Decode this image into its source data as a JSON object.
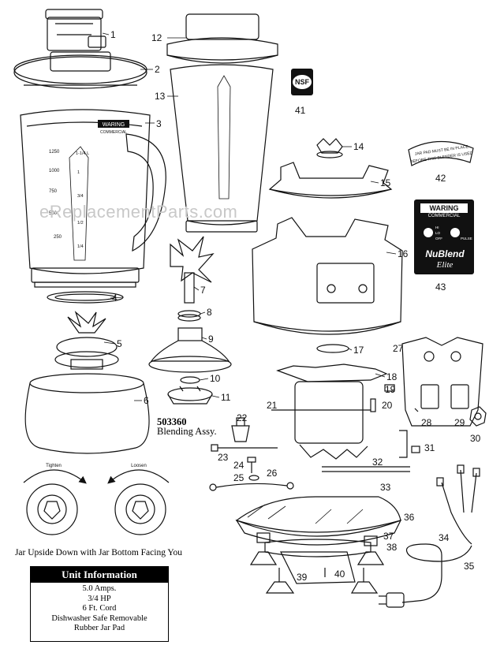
{
  "watermark": "eReplacementParts.com",
  "labels": [
    "1",
    "2",
    "3",
    "4",
    "5",
    "6",
    "7",
    "8",
    "9",
    "10",
    "11",
    "12",
    "13",
    "14",
    "15",
    "16",
    "17",
    "18",
    "19",
    "20",
    "21",
    "22",
    "23",
    "24",
    "25",
    "26",
    "27",
    "28",
    "29",
    "30",
    "31",
    "32",
    "33",
    "34",
    "35",
    "36",
    "37",
    "38",
    "39",
    "40",
    "41",
    "42",
    "43"
  ],
  "jar_markings": {
    "brand": "WARING",
    "brand_sub": "COMMERCIAL",
    "graduations_ml": [
      "1250",
      "1000",
      "750",
      "500",
      "250"
    ],
    "graduations_l": [
      "1-1/4 L",
      "1",
      "3/4",
      "1/2",
      "1/4"
    ]
  },
  "nsf_badge": "NSF",
  "pad_notice_lines": [
    "JAR PAD MUST BE IN PLACE",
    "BEFORE THIS BLENDER IS USED"
  ],
  "nameplate": {
    "brand": "WARING",
    "brand_sub": "COMMERCIAL",
    "button_labels": [
      "HI",
      "LO",
      "OFF",
      "PULSE"
    ],
    "model": "NuBlend",
    "model_sub": "Elite"
  },
  "directions": {
    "left": "Tighten",
    "right": "Loosen"
  },
  "caption": "Jar Upside Down with Jar Bottom Facing You",
  "assembly": {
    "number": "503360",
    "name": "Blending Assy."
  },
  "unit_info": {
    "title": "Unit Information",
    "lines": [
      "5.0 Amps.",
      "3/4 HP",
      "6 Ft. Cord",
      "Dishwasher Safe Removable",
      "Rubber Jar Pad"
    ]
  }
}
